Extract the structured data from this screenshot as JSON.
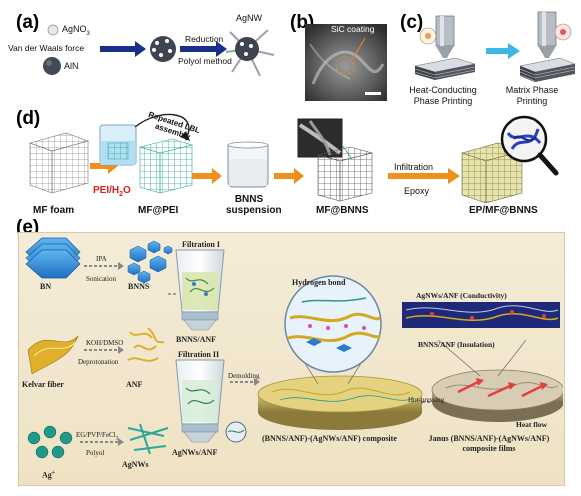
{
  "panel_a": {
    "letter": "(a)",
    "precursor1": "AgNO",
    "precursor1_sub": "3",
    "force": "Van der Waals force",
    "precursor2": "AlN",
    "reduction": "Reduction",
    "method": "Polyol method",
    "product": "AgNW"
  },
  "panel_b": {
    "letter": "(b)",
    "coating": "SiC coating"
  },
  "panel_c": {
    "letter": "(c)",
    "step1_line1": "Heat-Conducting",
    "step1_line2": "Phase Printing",
    "step2_line1": "Matrix Phase",
    "step2_line2": "Printing"
  },
  "panel_d": {
    "letter": "(d)",
    "lbl_foam": "MF foam",
    "lbl_pei": "PEI/H",
    "lbl_pei_sub": "2",
    "lbl_pei_end": "O",
    "lbl_lbl_line1": "Repeated LBL",
    "lbl_lbl_line2": "assembly",
    "lbl_mf_pei": "MF@PEI",
    "lbl_bnns_line1": "BNNS",
    "lbl_bnns_line2": "suspension",
    "lbl_mf_bnns": "MF@BNNS",
    "lbl_infiltration": "Infiltration",
    "lbl_epoxy": "Epoxy",
    "lbl_final": "EP/MF@BNNS"
  },
  "panel_e": {
    "letter": "(e)",
    "bn": "BN",
    "ipa": "IPA",
    "sonication": "Sonication",
    "bnns": "BNNS",
    "filtration1": "Filtration I",
    "bnns_anf": "BNNS/ANF",
    "kevlar": "Kelvar fiber",
    "koh": "KOH/DMSO",
    "deprotonation": "Deprotonation",
    "anf": "ANF",
    "filtration2": "Filtration II",
    "demolding": "Demolding",
    "ag": "Ag",
    "ag_sup": "+",
    "eg": "EG/PVP/FeCl",
    "eg_sub": "3",
    "polyol": "Polyol",
    "agnws": "AgNWs",
    "agnws_anf": "AgNWs/ANF",
    "hbond": "Hydrogen bond",
    "composite": "(BNNS/ANF)-(AgNWs/ANF) composite",
    "hot_pressing": "Hot-pressing",
    "conductivity": "AgNWs/ANF (Conductivity)",
    "insulation": "BNNS/ANF (Insulation)",
    "heat_flow": "Heat flow",
    "janus_line1": "Janus (BNNS/ANF)-(AgNWs/ANF)",
    "janus_line2": "composite films",
    "ion_label": "Ag"
  }
}
